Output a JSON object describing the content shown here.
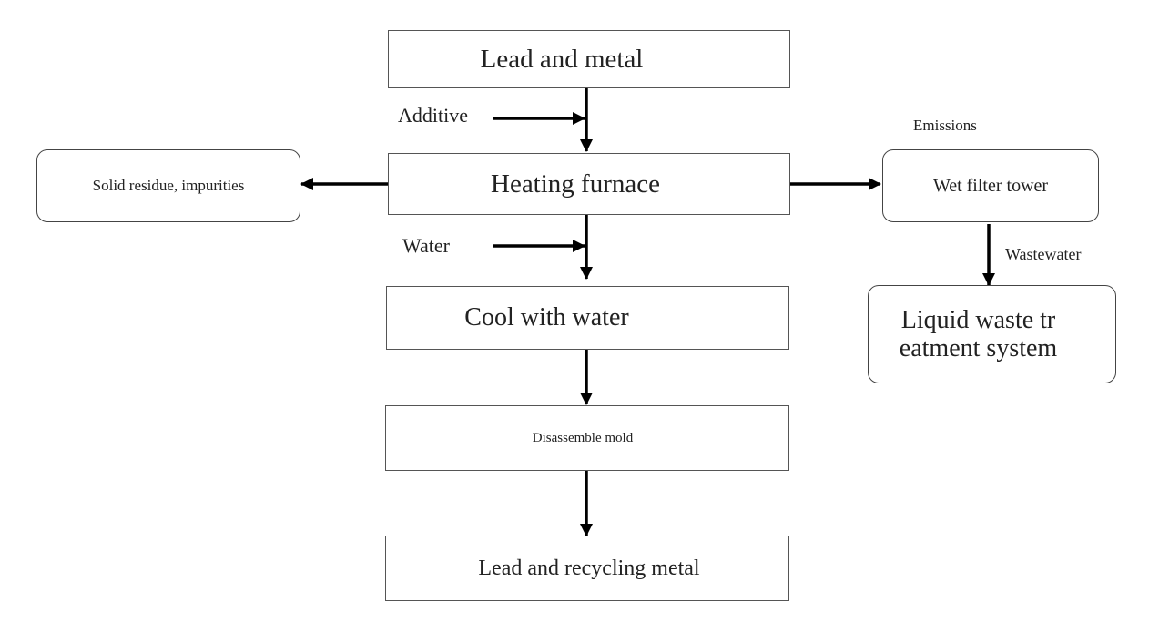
{
  "diagram": {
    "type": "process-flowchart",
    "nodes": {
      "lead_and_metal": "Lead and metal",
      "heating_furnace": "Heating furnace",
      "solid_residue": "Solid residue, impurities",
      "wet_filter_tower": "Wet filter tower",
      "liquid_waste_line1": "Liquid waste tr",
      "liquid_waste_line2": "eatment system",
      "cool_with_water": "Cool with water",
      "disassemble_mold": "Disassemble mold",
      "lead_and_recycling_metal": "Lead and recycling metal"
    },
    "edge_labels": {
      "additive": "Additive",
      "water": "Water",
      "emissions": "Emissions",
      "wastewater": "Wastewater"
    },
    "edges": [
      {
        "from": "Lead and metal",
        "to": "Heating furnace"
      },
      {
        "from": "Additive",
        "to": "Heating furnace"
      },
      {
        "from": "Heating furnace",
        "to": "Solid residue, impurities"
      },
      {
        "from": "Heating furnace",
        "to": "Wet filter tower",
        "label": "Emissions"
      },
      {
        "from": "Wet filter tower",
        "to": "Liquid waste treatment system",
        "label": "Wastewater"
      },
      {
        "from": "Heating furnace",
        "to": "Cool with water"
      },
      {
        "from": "Water",
        "to": "Cool with water"
      },
      {
        "from": "Cool with water",
        "to": "Disassemble mold"
      },
      {
        "from": "Disassemble mold",
        "to": "Lead and recycling metal"
      }
    ]
  }
}
